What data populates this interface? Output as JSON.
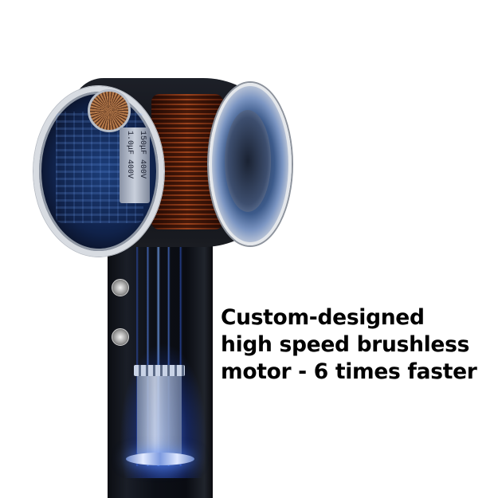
{
  "image": {
    "subject": "hair-dryer-cutaway",
    "background_color": "#ffffff",
    "accent_colors": {
      "motor_glow": "#4a78ff",
      "heater_copper": "#c67e4f",
      "body_black": "#0d0f14",
      "chrome_ring": "#d8dce2"
    },
    "component_labels": {
      "capacitor_1": "150μF 400V",
      "capacitor_2": "1.0μF 400V"
    }
  },
  "caption": {
    "lines": [
      "Custom-designed",
      "high speed brushless",
      "motor - 6 times faster"
    ],
    "color": "#000000"
  }
}
